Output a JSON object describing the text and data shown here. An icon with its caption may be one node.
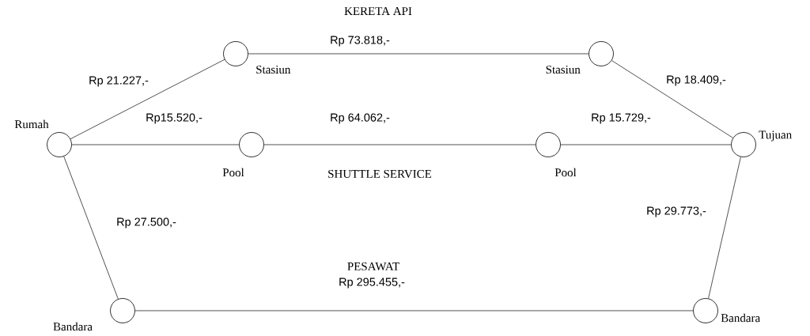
{
  "diagram": {
    "nodes": [
      {
        "text": [],
        "shape": "circle",
        "beside": [
          "Rumah"
        ]
      },
      {
        "text": [],
        "shape": "circle",
        "beside": [
          "Stasiun"
        ]
      },
      {
        "text": [],
        "shape": "circle",
        "beside": [
          "Stasiun"
        ]
      },
      {
        "text": [],
        "shape": "circle",
        "beside": [
          "Tujuan"
        ]
      },
      {
        "text": [],
        "shape": "circle",
        "beside": [
          "Pool"
        ]
      },
      {
        "text": [],
        "shape": "circle",
        "beside": [
          "Pool"
        ]
      },
      {
        "text": [],
        "shape": "circle",
        "beside": [
          "Bandara"
        ]
      },
      {
        "text": [],
        "shape": "circle",
        "beside": [
          "Bandara"
        ]
      }
    ],
    "edges": [
      {
        "from": 0,
        "to": 1,
        "arrow": "none",
        "label": "Rp 21.227,-"
      },
      {
        "from": 1,
        "to": 2,
        "arrow": "none",
        "label": "Rp 73.818,-"
      },
      {
        "from": 2,
        "to": 3,
        "arrow": "none",
        "label": "Rp 18.409,-"
      },
      {
        "from": 0,
        "to": 4,
        "arrow": "none",
        "label": "Rp15.520,-"
      },
      {
        "from": 4,
        "to": 5,
        "arrow": "none",
        "label": "Rp 64.062,-"
      },
      {
        "from": 5,
        "to": 3,
        "arrow": "none",
        "label": "Rp 15.729,-"
      },
      {
        "from": 0,
        "to": 6,
        "arrow": "none",
        "label": "Rp 27.500,-"
      },
      {
        "from": 6,
        "to": 7,
        "arrow": "none",
        "label": "Rp 295.455,-"
      },
      {
        "from": 7,
        "to": 3,
        "arrow": "none",
        "label": "Rp 29.773,-"
      }
    ],
    "labels": [
      "KERETA API",
      "SHUTTLE SERVICE",
      "PESAWAT"
    ]
  }
}
